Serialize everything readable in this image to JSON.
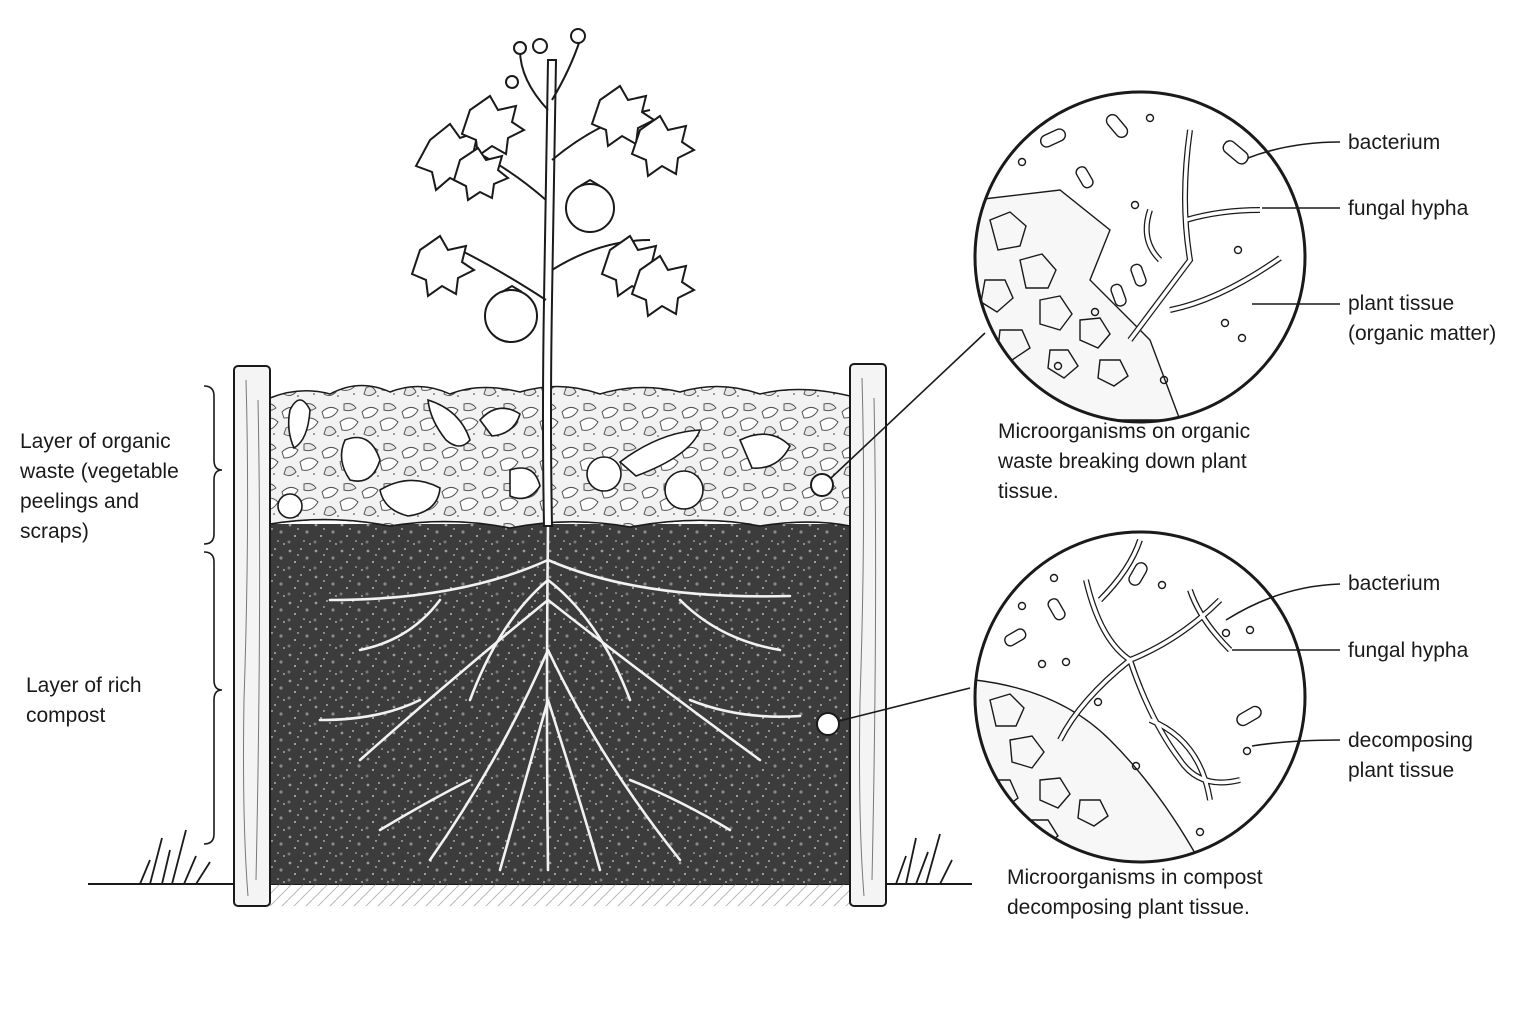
{
  "layers": {
    "organic_waste": [
      "Layer of organic",
      "waste (vegetable",
      "peelings and",
      "scraps)"
    ],
    "compost": [
      "Layer of rich",
      "compost"
    ]
  },
  "inset_top": {
    "labels": {
      "bacterium": [
        "bacterium"
      ],
      "fungal_hypha": [
        "fungal hypha"
      ],
      "plant_tissue": [
        "plant tissue",
        "(organic matter)"
      ]
    },
    "caption": [
      "Microorganisms on organic",
      "waste breaking down plant",
      "tissue."
    ]
  },
  "inset_bottom": {
    "labels": {
      "bacterium": [
        "bacterium"
      ],
      "fungal_hypha": [
        "fungal hypha"
      ],
      "decomposing_tissue": [
        "decomposing",
        "plant tissue"
      ]
    },
    "caption": [
      "Microorganisms in compost",
      "decomposing plant tissue."
    ]
  },
  "colors": {
    "ink": "#1a1a1a",
    "compost": "#3c3c3c",
    "waste": "#eeeeee",
    "post": "#f4f4f4",
    "background": "#ffffff"
  }
}
